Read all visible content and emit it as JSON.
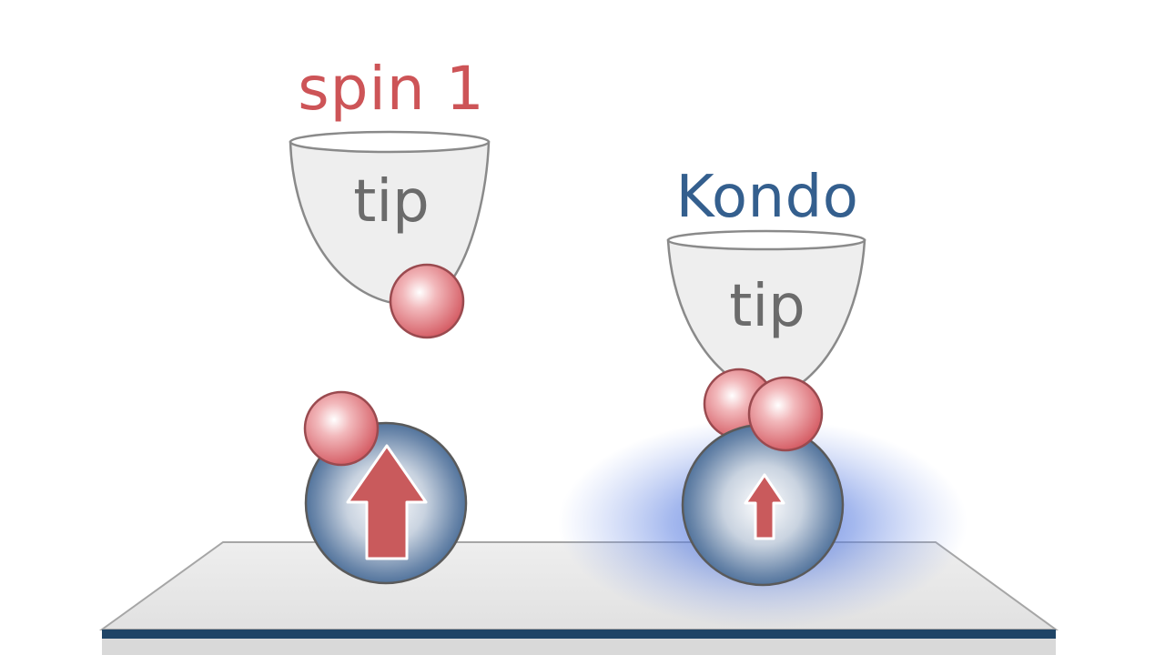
{
  "labels": {
    "spin": "spin 1",
    "kondo": "Kondo",
    "tip_left": "tip",
    "tip_right": "tip"
  },
  "colors": {
    "spin_red": "#cd5457",
    "kondo_blue": "#345f8e",
    "tip_fill": "#eeeeee",
    "atom_red": "#d9636a",
    "atom_blue": "#3c6491",
    "arrow_red": "#c9585b",
    "glow_blue": "#5577dd",
    "surface": "#e9e9e9",
    "surface_edge": "#1f4466"
  }
}
